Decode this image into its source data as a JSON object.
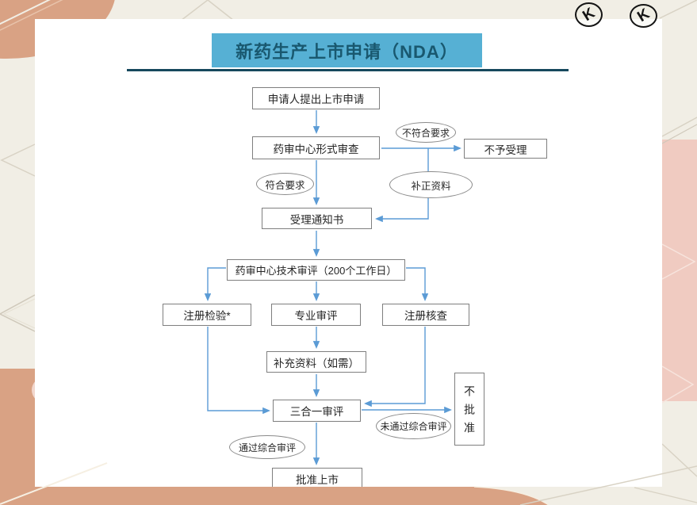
{
  "slide": {
    "title": "新药生产上市申请（NDA）"
  },
  "watermark": {
    "icon": "circled-k-icon",
    "letter": "K"
  },
  "flowchart": {
    "nodes": {
      "apply": "申请人提出上市申请",
      "formal_review": "药审中心形式审查",
      "not_accepted": "不予受理",
      "acceptance_notice": "受理通知书",
      "technical_review": "药审中心技术审评（200个工作日）",
      "registration_inspection": "注册检验*",
      "professional_review": "专业审评",
      "registration_verification": "注册核查",
      "supplementary_materials": "补充资料（如需）",
      "three_in_one_review": "三合一审评",
      "not_approved": "不批准",
      "approved": "批准上市"
    },
    "labels": {
      "not_meet": "不符合要求",
      "meet": "符合要求",
      "correction": "补正资料",
      "fail_comprehensive": "未通过综合审评",
      "pass_comprehensive": "通过综合审评"
    }
  },
  "colors": {
    "title_bg": "#56b0d4",
    "title_text": "#19586f",
    "divider": "#16485d",
    "arrow": "#5b9bd5",
    "box_border": "#7f7f7f",
    "background_beige": "#f1eee5",
    "decor_salmon": "#d9a284",
    "decor_pink": "#f0cbc1"
  }
}
